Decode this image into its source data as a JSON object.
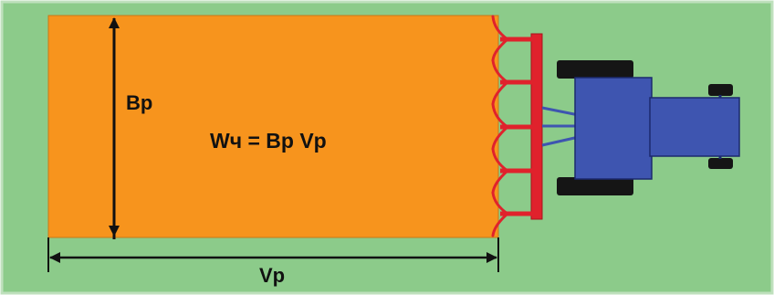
{
  "labels": {
    "width": "Вр",
    "formula": "Wч = Вр Vр",
    "speed": "Vр"
  },
  "colors": {
    "field": "#8ccb8a",
    "field_border": "#bfe0bd",
    "worked_area": "#f7941d",
    "worked_area_edge": "#c87818",
    "implement": "#e0222c",
    "implement_dark": "#a8141c",
    "tractor_body": "#3e55b0",
    "tractor_edge": "#1c2a6e",
    "tires": "#151515",
    "arrows": "#111111"
  },
  "icons": {
    "tractor": "tractor-icon",
    "implement": "cultivator-implement-icon"
  }
}
